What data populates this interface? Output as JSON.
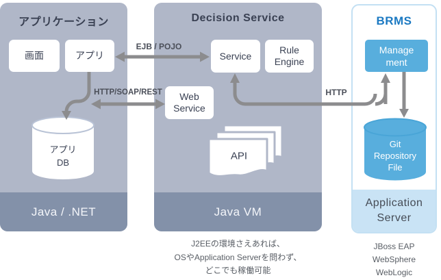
{
  "colors": {
    "panel_body": "#B0B7C8",
    "panel_footer": "#8391A9",
    "accent_blue": "#58AEDD",
    "brms_title_blue": "#1B79C2",
    "brms_border": "#C3E0F3",
    "brms_footer_bg": "#C9E3F5",
    "arrow_gray": "#8C8C8E",
    "dark_text": "#3A4153",
    "note_text": "#585D64"
  },
  "panels": {
    "application": {
      "title": "アプリケーション",
      "screen_box": "画面",
      "app_box": "アプリ",
      "db": {
        "lines": [
          "アプリ",
          "DB"
        ]
      },
      "footer": "Java / .NET"
    },
    "decision": {
      "title": "Decision Service",
      "service_box": "Service",
      "rule_engine_box": {
        "lines": [
          "Rule",
          "Engine"
        ]
      },
      "web_service_box": {
        "lines": [
          "Web",
          "Service"
        ]
      },
      "api_label": "API",
      "footer": "Java VM"
    },
    "brms": {
      "title": "BRMS",
      "management_box": {
        "lines": [
          "Manage",
          "ment"
        ]
      },
      "repository": {
        "lines": [
          "Git",
          "Repository",
          "File"
        ]
      },
      "footer": {
        "lines": [
          "Application",
          "Server"
        ]
      }
    }
  },
  "arrow_labels": {
    "ejb_pojo": "EJB / POJO",
    "http_soap_rest": "HTTP/SOAP/REST",
    "http": "HTTP"
  },
  "notes": {
    "decision": {
      "lines": [
        "J2EEの環境さえあれば、",
        "OSやApplication Serverを問わず、",
        "どこでも稼働可能"
      ]
    },
    "brms": {
      "lines": [
        "JBoss EAP",
        "WebSphere",
        "WebLogic"
      ]
    }
  }
}
